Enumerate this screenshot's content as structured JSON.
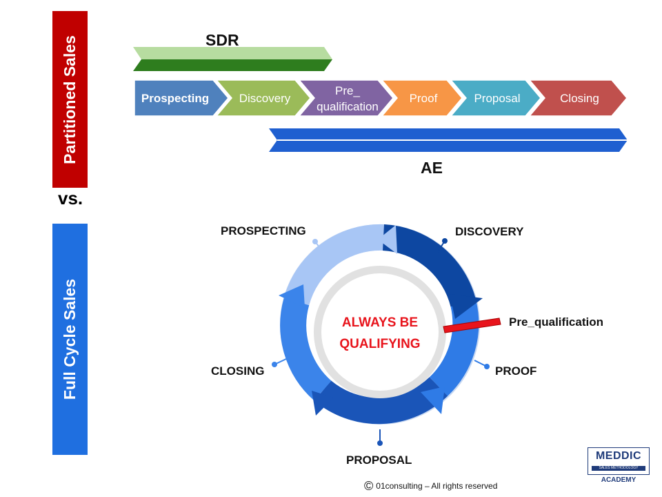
{
  "partitioned_label": "Partitioned Sales",
  "fullcycle_label": "Full Cycle Sales",
  "vs_label": "vs.",
  "sdr_label": "SDR",
  "ae_label": "AE",
  "stages": [
    {
      "line1": "Prospecting",
      "line2": "",
      "color": "#4f81bd",
      "bold": true
    },
    {
      "line1": "Discovery",
      "line2": "",
      "color": "#9bbb59",
      "bold": false
    },
    {
      "line1": "Pre_",
      "line2": "qualification",
      "color": "#8064a2",
      "bold": false
    },
    {
      "line1": "Proof",
      "line2": "",
      "color": "#f79646",
      "bold": false
    },
    {
      "line1": "Proposal",
      "line2": "",
      "color": "#4bacc6",
      "bold": false
    },
    {
      "line1": "Closing",
      "line2": "",
      "color": "#c0504d",
      "bold": false
    }
  ],
  "cycle": {
    "center_line1": "ALWAYS BE",
    "center_line2": "QUALIFYING",
    "labels": {
      "prospecting": "PROSPECTING",
      "discovery": "DISCOVERY",
      "prequal": "Pre_qualification",
      "proof": "PROOF",
      "proposal": "PROPOSAL",
      "closing": "CLOSING"
    }
  },
  "footer": {
    "copyright_symbol": "©",
    "text": "01consulting – All rights reserved"
  },
  "logo": {
    "title": "MEDDIC",
    "band": "SALES METHODOLOGY",
    "sub": "ACADEMY"
  },
  "colors": {
    "partitioned": "#c00000",
    "fullcycle": "#1f6fe0",
    "sdr_light": "#b7dca0",
    "sdr_dark": "#2e7d1e",
    "ae": "#1f5fd0",
    "center_text": "#e8141c"
  }
}
